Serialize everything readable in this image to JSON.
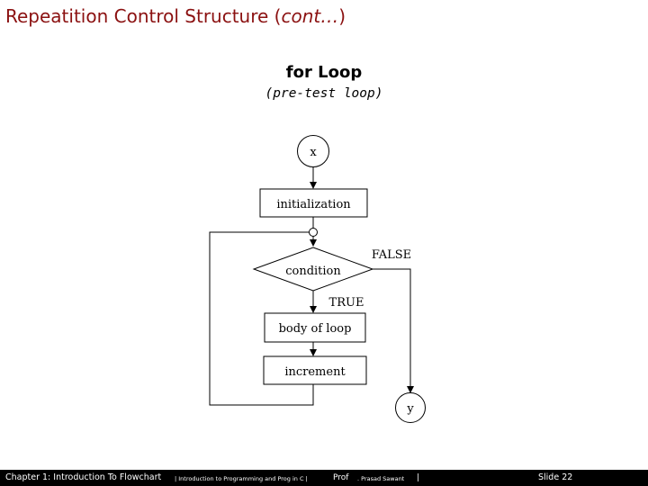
{
  "title": {
    "main": "Repeatition Control Structure (",
    "italic": "cont…",
    "close": ")"
  },
  "heading": "for Loop",
  "subheading": "(pre-test loop)",
  "diagram": {
    "start_connector": "x",
    "init_box": "initialization",
    "decision": "condition",
    "false_label": "FALSE",
    "true_label": "TRUE",
    "body_box": "body of loop",
    "increment_box": "increment",
    "end_connector": "y"
  },
  "footer": {
    "chapter": "Chapter 1: Introduction To Flowchart",
    "course": "| Introduction to Programming and Prog in C |",
    "prof": "Prof",
    "author": ". Prasad Sawant",
    "bar": "|",
    "slide": "Slide 22"
  },
  "colors": {
    "title": "#8b1111",
    "footer_bg": "#000000",
    "footer_text": "#ffffff"
  }
}
